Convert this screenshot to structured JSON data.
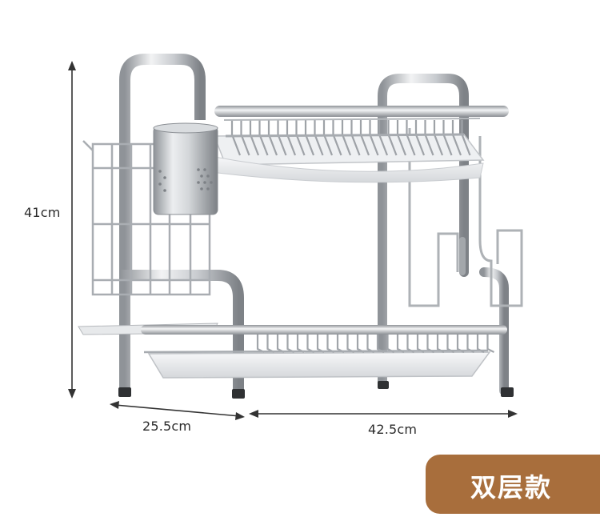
{
  "product": {
    "dimensions": {
      "height": "41cm",
      "depth": "25.5cm",
      "width": "42.5cm"
    },
    "variant_badge": "双层款"
  },
  "colors": {
    "badge": "#a86e3c",
    "steel": "#b9bcc0",
    "dimension_line": "#333333"
  }
}
